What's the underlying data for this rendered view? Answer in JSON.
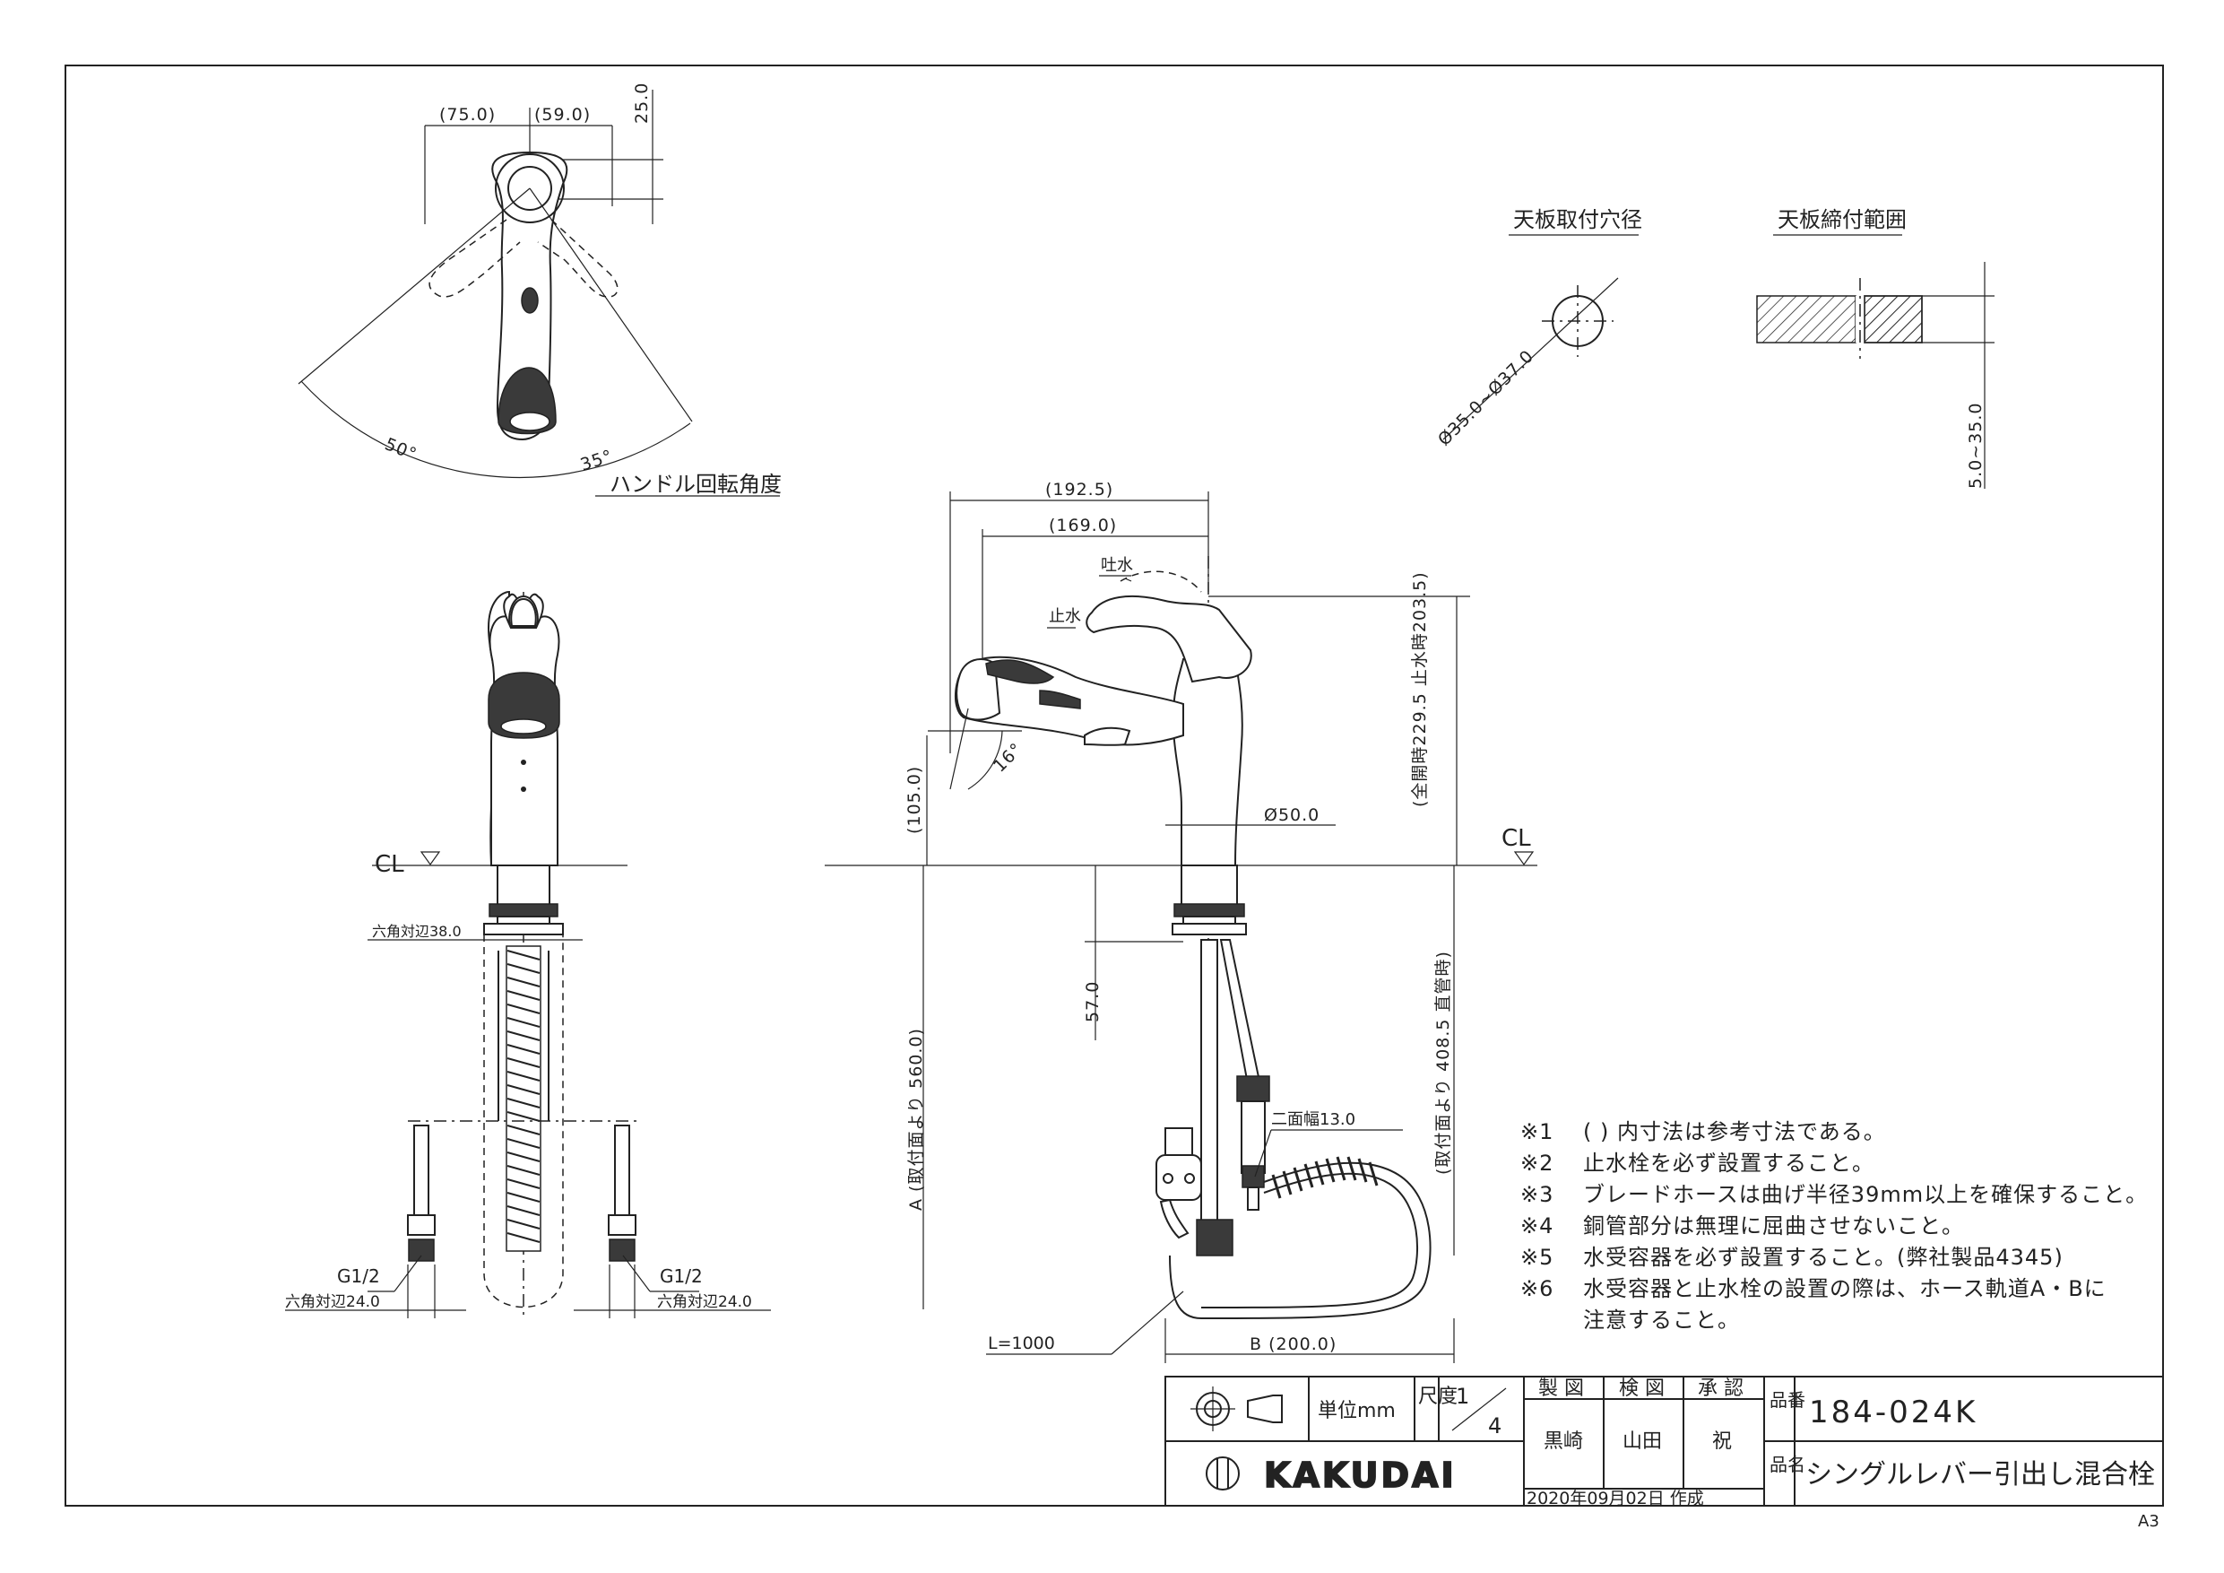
{
  "top_view": {
    "dim_left": "(75.0)",
    "dim_right": "(59.0)",
    "dim_top": "25.0",
    "angle_left": "50°",
    "angle_right": "35°",
    "caption": "ハンドル回転角度"
  },
  "hole": {
    "title": "天板取付穴径",
    "dim": "Ø35.0~Ø37.0"
  },
  "clamp": {
    "title": "天板締付範囲",
    "dim": "5.0~35.0"
  },
  "front_view": {
    "cl": "CL",
    "hex38": "六角対辺38.0",
    "g_left": "G1/2",
    "g_right": "G1/2",
    "hex24_left": "六角対辺24.0",
    "hex24_right": "六角対辺24.0"
  },
  "side_view": {
    "dim_192": "(192.5)",
    "dim_169": "(169.0)",
    "spout_label": "吐水",
    "stop_label": "止水",
    "angle16": "16°",
    "dim_105": "(105.0)",
    "dim_height": "(全開時229.5 止水時203.5)",
    "dia50": "Ø50.0",
    "cl": "CL",
    "dim_57": "57.0",
    "dim_a": "A (取付面より 560.0)",
    "dim_408": "(取付面より 408.5 直管時)",
    "flat13": "二面幅13.0",
    "hose_len": "L=1000",
    "dim_b": "B (200.0)"
  },
  "notes": [
    {
      "no": "※1",
      "text": "(  ) 内寸法は参考寸法である。"
    },
    {
      "no": "※2",
      "text": "止水栓を必ず設置すること。"
    },
    {
      "no": "※3",
      "text": "ブレードホースは曲げ半径39mm以上を確保すること。"
    },
    {
      "no": "※4",
      "text": "銅管部分は無理に屈曲させないこと。"
    },
    {
      "no": "※5",
      "text": "水受容器を必ず設置すること。(弊社製品4345)"
    },
    {
      "no": "※6",
      "text": "水受容器と止水栓の設置の際は、ホース軌道A・Bに"
    },
    {
      "no": "",
      "text": "注意すること。"
    }
  ],
  "title_block": {
    "unit_label": "単位mm",
    "scale_label": "尺度",
    "scale_num": "1",
    "scale_den": "4",
    "col_made": "製 図",
    "col_check": "検 図",
    "col_approve": "承 認",
    "name_made": "黒崎",
    "name_check": "山田",
    "name_approve": "祝",
    "date": "2020年09月02日 作成",
    "part_no_label": "品番",
    "part_no": "184-024K",
    "part_name_label": "品名",
    "part_name": "シングルレバー引出し混合栓",
    "brand": "KAKUDAI",
    "sheet_size": "A3"
  }
}
